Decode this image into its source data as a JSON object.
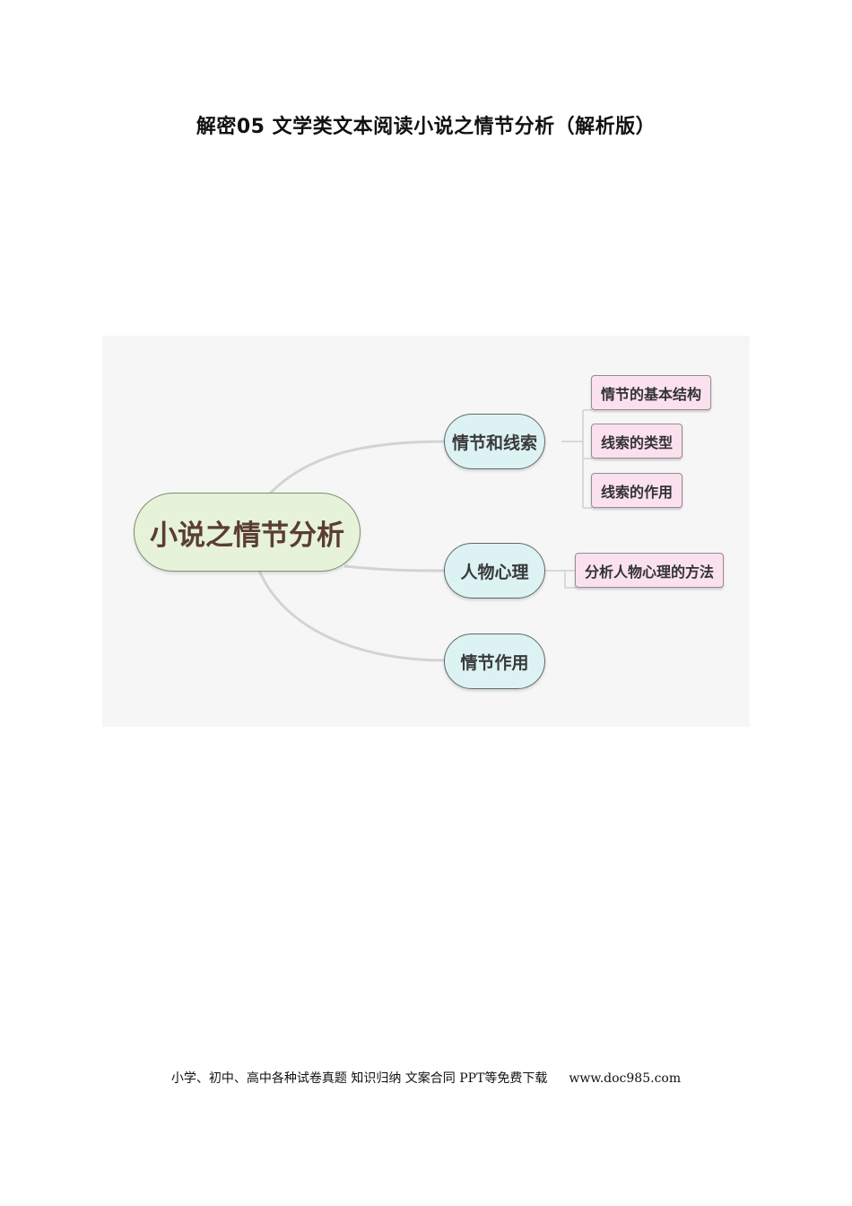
{
  "title": "解密05  文学类文本阅读小说之情节分析（解析版）",
  "mindmap": {
    "root": "小说之情节分析",
    "branches": [
      {
        "label": "情节和线索",
        "children": [
          "情节的基本结构",
          "线索的类型",
          "线索的作用"
        ]
      },
      {
        "label": "人物心理",
        "children": [
          "分析人物心理的方法"
        ]
      },
      {
        "label": "情节作用",
        "children": []
      }
    ]
  },
  "footer": {
    "text": "小学、初中、高中各种试卷真题  知识归纳  文案合同  PPT等免费下载",
    "url": "www.doc985.com"
  }
}
